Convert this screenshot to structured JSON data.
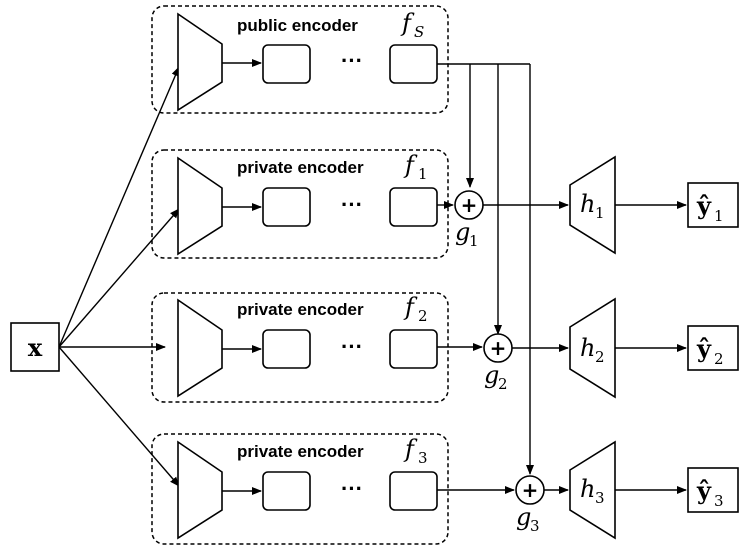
{
  "input": {
    "symbol": "x"
  },
  "encoders": [
    {
      "kind_label": "public encoder",
      "fn": "f",
      "fn_sub": "S",
      "fn_sub_italic": true,
      "dots": "···"
    },
    {
      "kind_label": "private encoder",
      "fn": "f",
      "fn_sub": "1",
      "fn_sub_italic": false,
      "dots": "···"
    },
    {
      "kind_label": "private encoder",
      "fn": "f",
      "fn_sub": "2",
      "fn_sub_italic": false,
      "dots": "···"
    },
    {
      "kind_label": "private encoder",
      "fn": "f",
      "fn_sub": "3",
      "fn_sub_italic": false,
      "dots": "···"
    }
  ],
  "combiners": [
    {
      "symbol": "+",
      "fn": "g",
      "fn_sub": "1"
    },
    {
      "symbol": "+",
      "fn": "g",
      "fn_sub": "2"
    },
    {
      "symbol": "+",
      "fn": "g",
      "fn_sub": "3"
    }
  ],
  "heads": [
    {
      "fn": "h",
      "fn_sub": "1"
    },
    {
      "fn": "h",
      "fn_sub": "2"
    },
    {
      "fn": "h",
      "fn_sub": "3"
    }
  ],
  "outputs": [
    {
      "symbol": "ŷ",
      "sub": "1"
    },
    {
      "symbol": "ŷ",
      "sub": "2"
    },
    {
      "symbol": "ŷ",
      "sub": "3"
    }
  ]
}
